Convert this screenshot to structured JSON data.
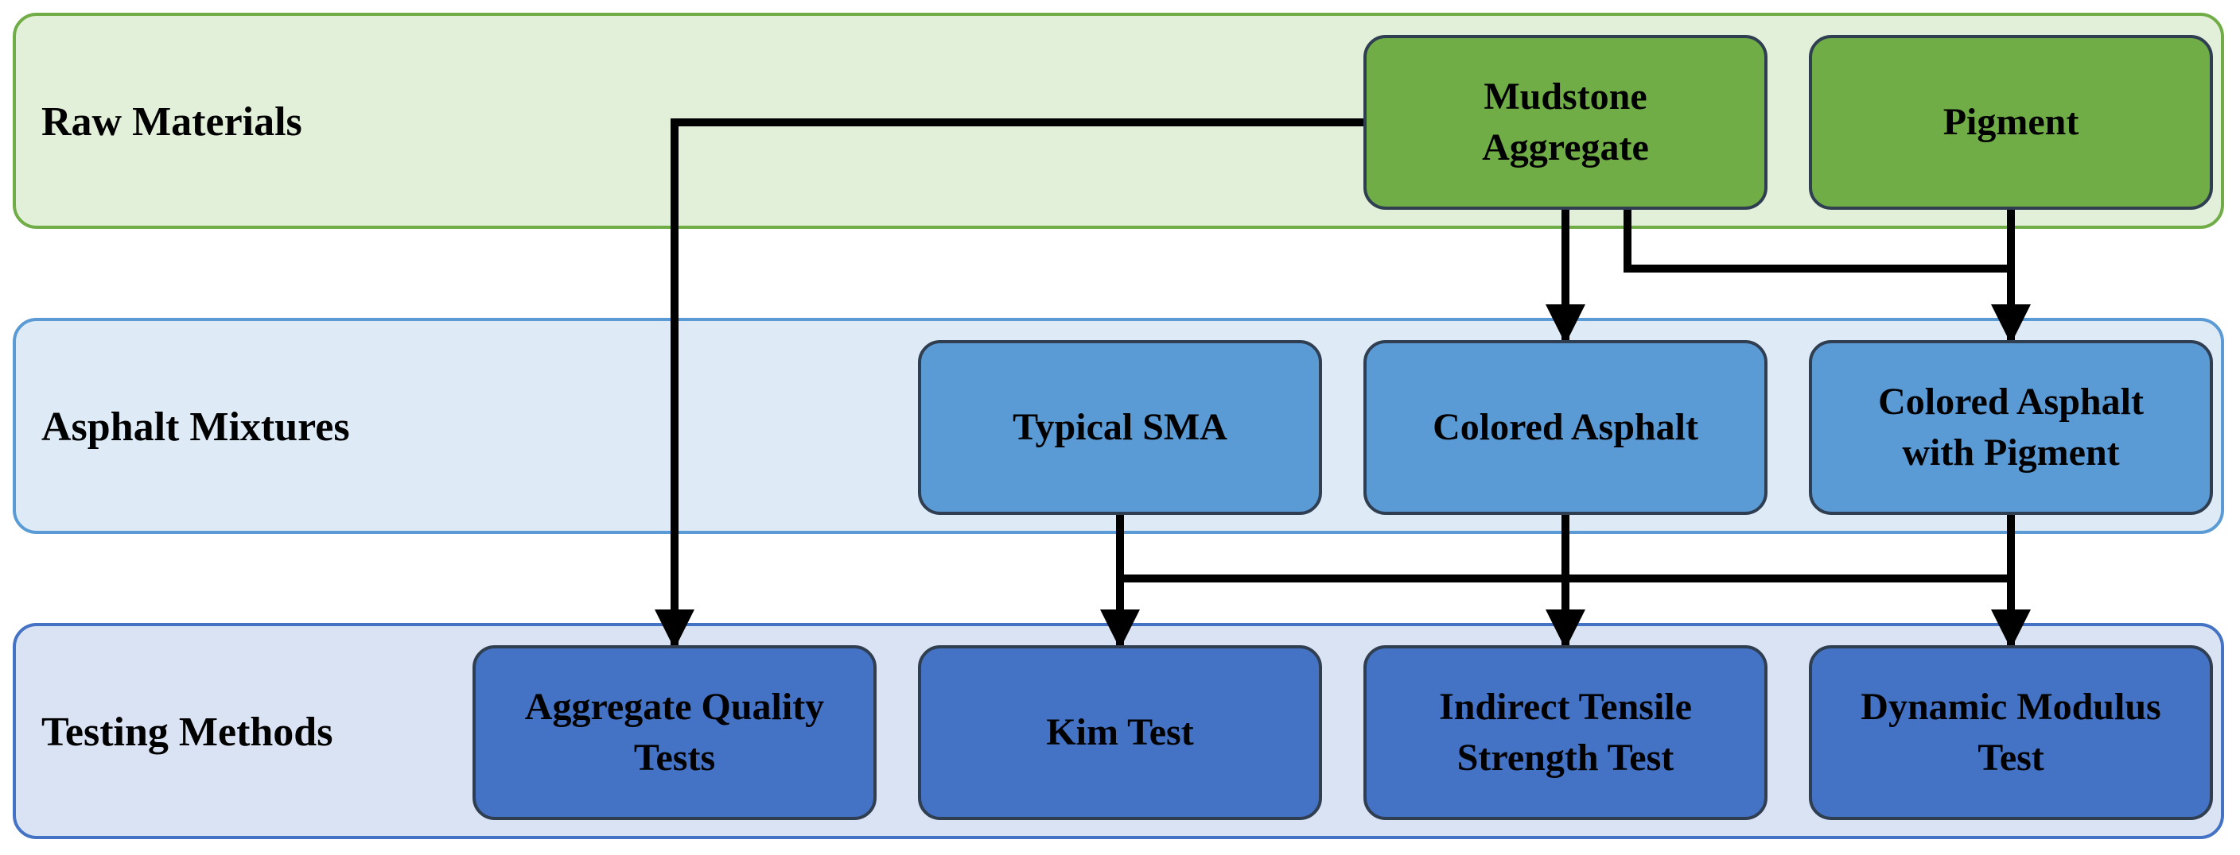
{
  "colors": {
    "raw_band_fill": "#e2efd9",
    "raw_band_border": "#70ad47",
    "raw_node_fill": "#70ad47",
    "mix_band_fill": "#deebf7",
    "mix_band_border": "#5b9bd5",
    "mix_node_fill": "#5b9bd5",
    "test_band_fill": "#dae3f3",
    "test_band_border": "#4472c4",
    "test_node_fill": "#4472c4",
    "arrow": "#000000"
  },
  "bands": {
    "raw": {
      "label": "Raw Materials"
    },
    "mixtures": {
      "label": "Asphalt Mixtures"
    },
    "testing": {
      "label": "Testing Methods"
    }
  },
  "nodes": {
    "mudstone_aggregate": "Mudstone\nAggregate",
    "pigment": "Pigment",
    "typical_sma": "Typical SMA",
    "colored_asphalt": "Colored Asphalt",
    "colored_asphalt_pigment": "Colored Asphalt\nwith Pigment",
    "aggregate_quality_tests": "Aggregate Quality\nTests",
    "kim_test": "Kim Test",
    "indirect_tensile_strength_test": "Indirect Tensile\nStrength Test",
    "dynamic_modulus_test": "Dynamic Modulus\nTest"
  },
  "edges": [
    {
      "from": "Mudstone Aggregate",
      "to": "Aggregate Quality Tests"
    },
    {
      "from": "Mudstone Aggregate",
      "to": "Colored Asphalt"
    },
    {
      "from": "Mudstone Aggregate",
      "to": "Colored Asphalt with Pigment"
    },
    {
      "from": "Pigment",
      "to": "Colored Asphalt with Pigment"
    },
    {
      "from": "Typical SMA",
      "to": "Kim Test"
    },
    {
      "from": "Typical SMA",
      "to": "Indirect Tensile Strength Test"
    },
    {
      "from": "Typical SMA",
      "to": "Dynamic Modulus Test"
    },
    {
      "from": "Colored Asphalt",
      "to": "Kim Test"
    },
    {
      "from": "Colored Asphalt",
      "to": "Indirect Tensile Strength Test"
    },
    {
      "from": "Colored Asphalt",
      "to": "Dynamic Modulus Test"
    },
    {
      "from": "Colored Asphalt with Pigment",
      "to": "Kim Test"
    },
    {
      "from": "Colored Asphalt with Pigment",
      "to": "Indirect Tensile Strength Test"
    },
    {
      "from": "Colored Asphalt with Pigment",
      "to": "Dynamic Modulus Test"
    }
  ]
}
